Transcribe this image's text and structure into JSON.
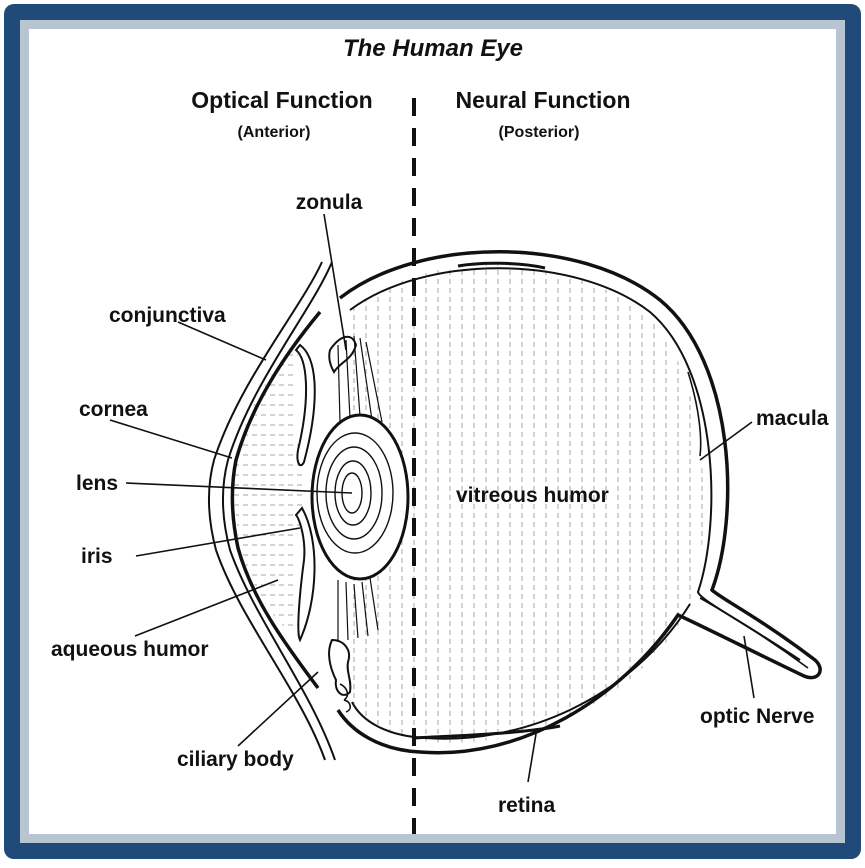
{
  "title": "The Human Eye",
  "left_heading": "Optical Function",
  "left_subheading": "(Anterior)",
  "right_heading": "Neural Function",
  "right_subheading": "(Posterior)",
  "labels": {
    "zonula": "zonula",
    "conjunctiva": "conjunctiva",
    "cornea": "cornea",
    "lens": "lens",
    "iris": "iris",
    "aqueous_humor": "aqueous humor",
    "ciliary_body": "ciliary body",
    "vitreous_humor": "vitreous humor",
    "macula": "macula",
    "optic_nerve": "optic Nerve",
    "retina": "retina"
  },
  "colors": {
    "frame": "#1f4a7a",
    "frame_inner": "#b8c4d2",
    "ink": "#111111",
    "hatch": "#9a9a9a"
  }
}
